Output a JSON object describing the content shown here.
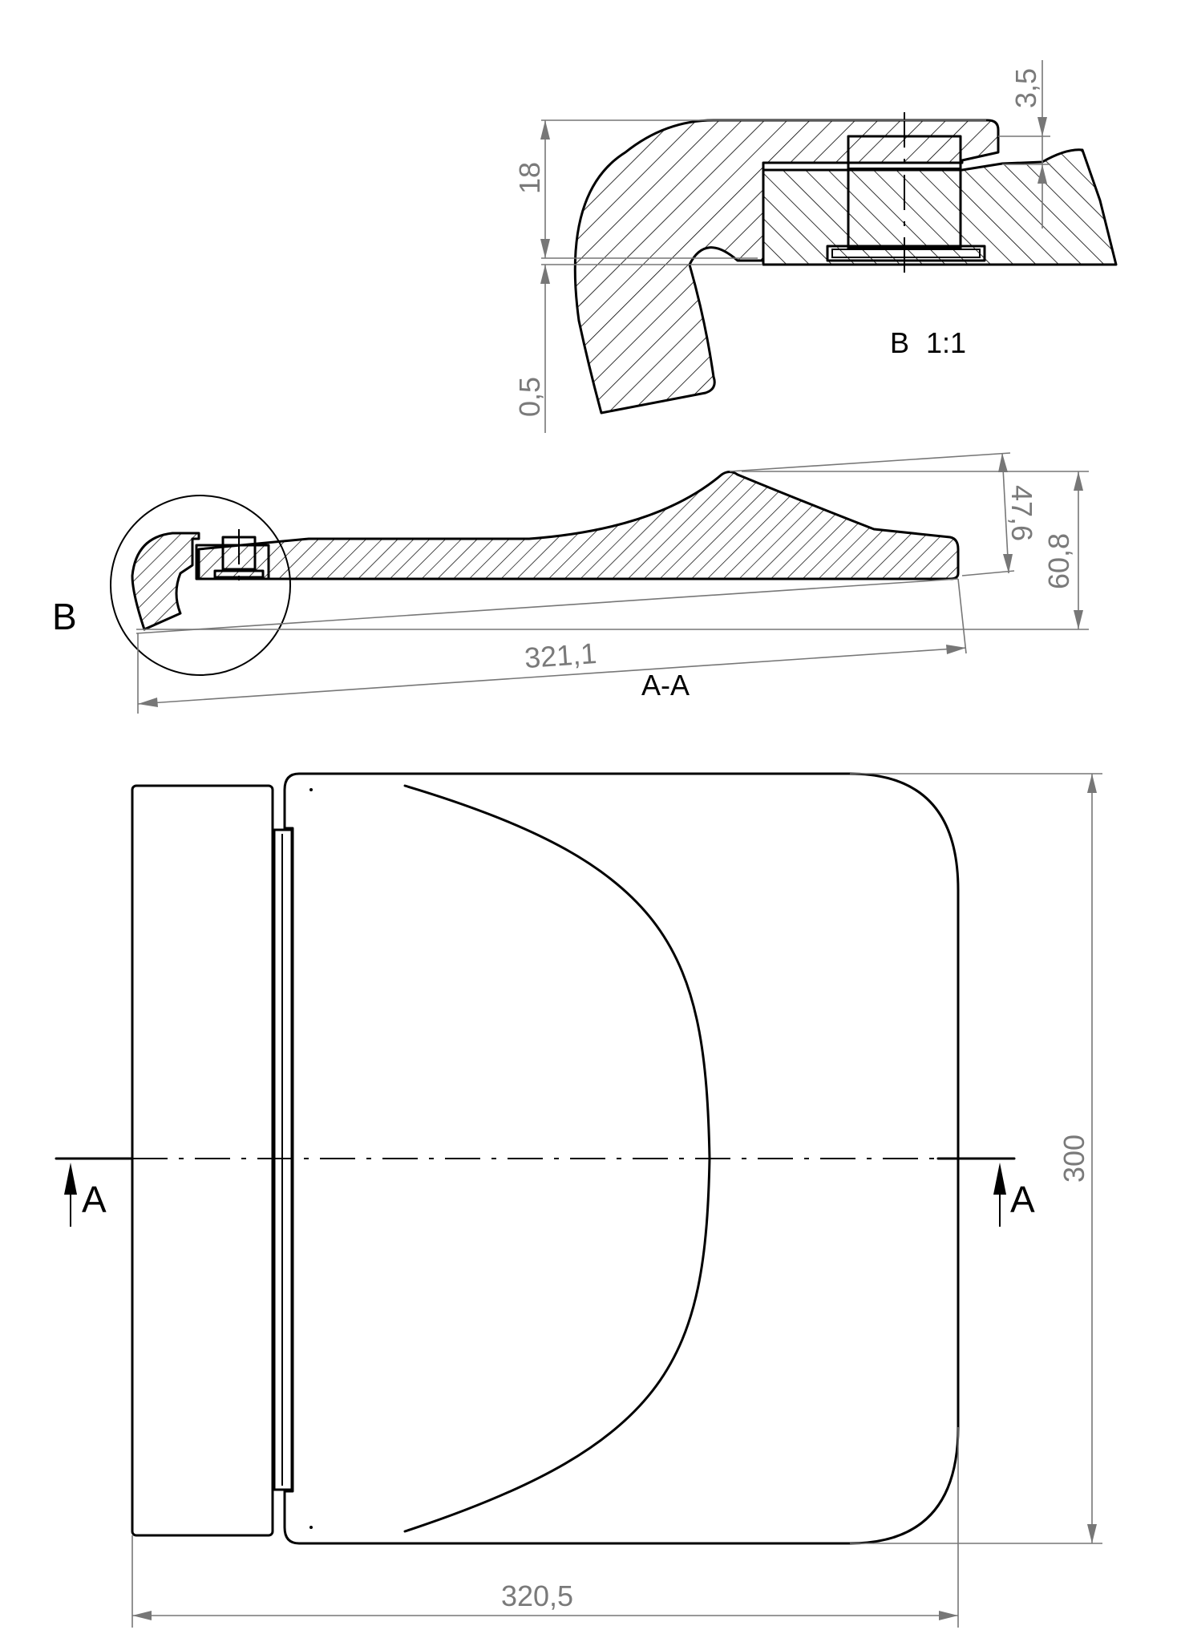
{
  "detail": {
    "name": "B",
    "scale": "1:1",
    "dimensions": {
      "top_height": "18",
      "top_step": "3,5",
      "gap": "0,5"
    }
  },
  "section": {
    "name": "A-A",
    "callout": "B",
    "dimensions": {
      "length": "321,1",
      "height_inner": "47,6",
      "height_total": "60,8"
    }
  },
  "plan": {
    "section_mark_left": "A",
    "section_mark_right": "A",
    "dimensions": {
      "width": "320,5",
      "depth": "300"
    }
  }
}
